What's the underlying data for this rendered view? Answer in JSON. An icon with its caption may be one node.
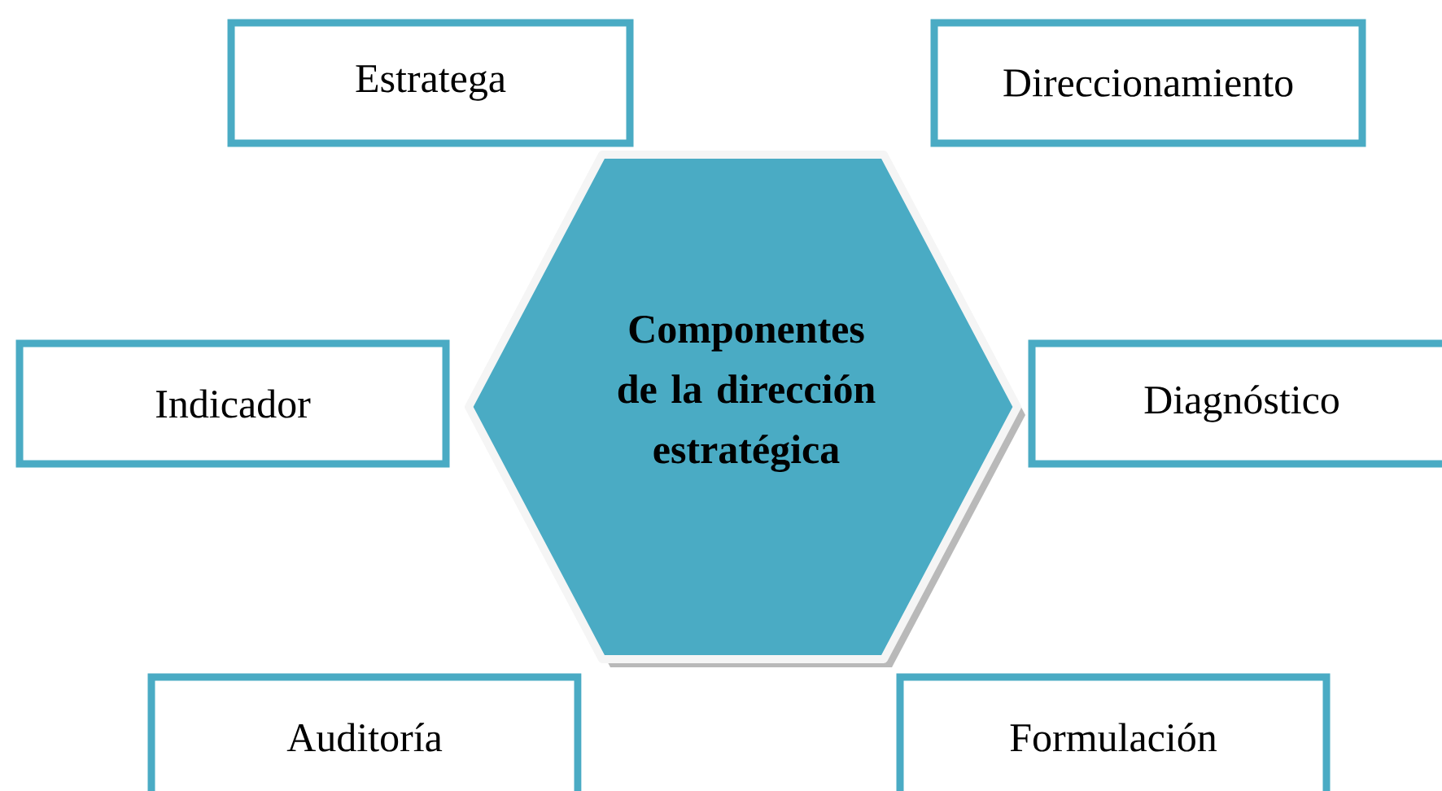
{
  "diagram": {
    "nodes": [
      {
        "text": [
          "Estratega"
        ]
      },
      {
        "text": [
          "Direccionamiento"
        ]
      },
      {
        "text": [
          "Componentes de la dirección estratégica"
        ]
      },
      {
        "text": [
          "Indicador"
        ]
      },
      {
        "text": [
          "Diagnóstico"
        ]
      },
      {
        "text": [
          "Auditoría"
        ]
      },
      {
        "text": [
          "Formulación"
        ]
      }
    ]
  }
}
